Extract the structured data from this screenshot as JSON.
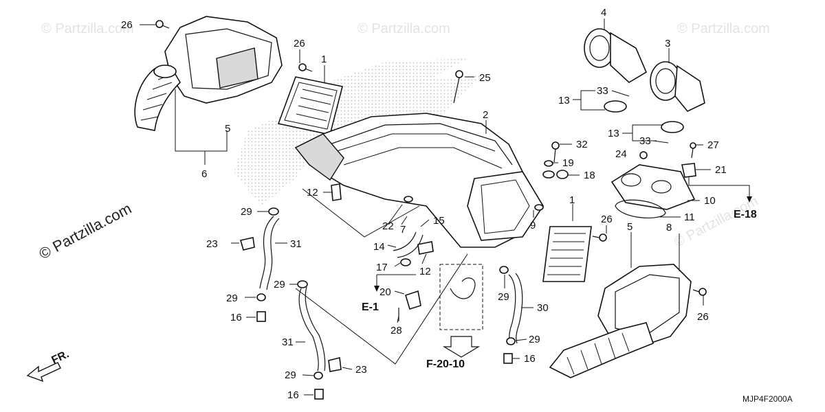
{
  "watermarks": [
    "© Partzilla.com",
    "© Partzilla.com",
    "© Partzilla.com",
    "© Partzilla.com"
  ],
  "watermark_main": "© Partzilla.com",
  "diagram_code": "MJP4F2000A",
  "direction": "FR.",
  "refs": {
    "e1": "E-1",
    "e18": "E-18",
    "f2010": "F-20-10"
  },
  "callouts": [
    {
      "id": "c26a",
      "num": "26"
    },
    {
      "id": "c26b",
      "num": "26"
    },
    {
      "id": "c1a",
      "num": "1"
    },
    {
      "id": "c5a",
      "num": "5"
    },
    {
      "id": "c6",
      "num": "6"
    },
    {
      "id": "c25",
      "num": "25"
    },
    {
      "id": "c2",
      "num": "2"
    },
    {
      "id": "c4",
      "num": "4"
    },
    {
      "id": "c3",
      "num": "3"
    },
    {
      "id": "c33a",
      "num": "33"
    },
    {
      "id": "c13a",
      "num": "13"
    },
    {
      "id": "c13b",
      "num": "13"
    },
    {
      "id": "c33b",
      "num": "33"
    },
    {
      "id": "c32",
      "num": "32"
    },
    {
      "id": "c24",
      "num": "24"
    },
    {
      "id": "c27",
      "num": "27"
    },
    {
      "id": "c19",
      "num": "19"
    },
    {
      "id": "c21",
      "num": "21"
    },
    {
      "id": "c18",
      "num": "18"
    },
    {
      "id": "c10",
      "num": "10"
    },
    {
      "id": "c11",
      "num": "11"
    },
    {
      "id": "c12a",
      "num": "12"
    },
    {
      "id": "c29a",
      "num": "29"
    },
    {
      "id": "c22",
      "num": "22"
    },
    {
      "id": "c7",
      "num": "7"
    },
    {
      "id": "c15",
      "num": "15"
    },
    {
      "id": "c9",
      "num": "9"
    },
    {
      "id": "c1b",
      "num": "1"
    },
    {
      "id": "c26c",
      "num": "26"
    },
    {
      "id": "c5b",
      "num": "5"
    },
    {
      "id": "c8",
      "num": "8"
    },
    {
      "id": "c23a",
      "num": "23"
    },
    {
      "id": "c31a",
      "num": "31"
    },
    {
      "id": "c14",
      "num": "14"
    },
    {
      "id": "c17",
      "num": "17"
    },
    {
      "id": "c12b",
      "num": "12"
    },
    {
      "id": "c29b",
      "num": "29"
    },
    {
      "id": "c29c",
      "num": "29"
    },
    {
      "id": "c16a",
      "num": "16"
    },
    {
      "id": "c20",
      "num": "20"
    },
    {
      "id": "c28",
      "num": "28"
    },
    {
      "id": "c29d",
      "num": "29"
    },
    {
      "id": "c30",
      "num": "30"
    },
    {
      "id": "c29e",
      "num": "29"
    },
    {
      "id": "c16b",
      "num": "16"
    },
    {
      "id": "c26d",
      "num": "26"
    },
    {
      "id": "c31b",
      "num": "31"
    },
    {
      "id": "c23b",
      "num": "23"
    },
    {
      "id": "c29f",
      "num": "29"
    },
    {
      "id": "c16c",
      "num": "16"
    }
  ]
}
